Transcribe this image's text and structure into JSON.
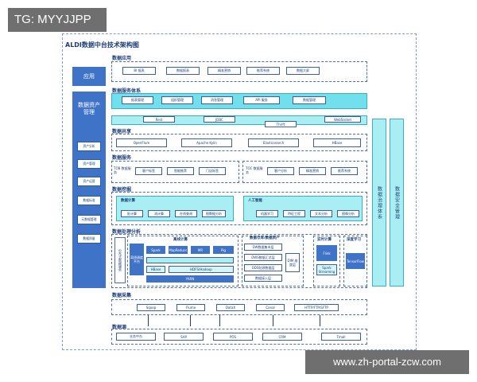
{
  "watermarks": {
    "top": "TG: MYYJJPP",
    "bottom": "www.zh-portal-zcw.com"
  },
  "title": "ALDI数据中台技术架构图",
  "sections": {
    "app": "数据应用",
    "service_system": "数据服务体系",
    "share": "数据共享",
    "service": "数据服务",
    "mining": "数据挖掘",
    "storage": "数据处理分析",
    "collect": "数据采集",
    "source": "数据源"
  },
  "left": {
    "app_label": "应用",
    "asset_title": "数据资产\n管理",
    "buttons": [
      "资产分析",
      "资产管理",
      "资产运营",
      "数据标准",
      "元数据管理",
      "数据质量"
    ]
  },
  "right": {
    "governance": "数据治理体系",
    "security": "数据安全管理"
  },
  "app_items": [
    "BI 报表",
    "数据报表",
    "精准营销",
    "推荐系统",
    "数据大屏"
  ],
  "service_system_items": [
    "报表管理",
    "组织管理",
    "消息管理",
    "API 服务",
    "数据管理"
  ],
  "share_items": [
    "Rest",
    "JDBC",
    "Thrift",
    "WebSocket"
  ],
  "share_engines": [
    "OpenFlum",
    "Apache Kylin",
    "Elasticsearch",
    "HBase"
  ],
  "service_left_label": "TOB 数据服务",
  "service_left_items": [
    "客户标签",
    "智能推荐",
    "门店标签"
  ],
  "service_right_label": "TOC 数据服务",
  "service_right_items": [
    "客户分析",
    "精准营销",
    "推荐系统"
  ],
  "compute_title": "数据计算",
  "compute_items": [
    "批计算",
    "流计算",
    "在线查询",
    "图数据分析"
  ],
  "ai_title": "人工智能",
  "ai_items": [
    "机器学习",
    "特征工程",
    "文本分析",
    "图像分析"
  ],
  "processing": {
    "distributed_label": "分布式数据服务",
    "offline_title": "离线计算",
    "offline_left": "离线调度平台",
    "offline_row1": [
      "Spark",
      "MapReduce",
      "MR",
      "Pig"
    ],
    "offline_row2": [
      "HBase",
      "HDFS/Hadoop"
    ],
    "offline_bottom": "YARN",
    "warehouse_title": "数据仓库/数据资产",
    "warehouse_items": [
      "DW数据集市层",
      "DWS数据汇总层",
      "ODS贴源数据层",
      "数据接入层"
    ],
    "warehouse_side": "DIM 维度层",
    "realtime_title": "实时计算",
    "realtime_items": [
      "Flink",
      "Spark Streaming"
    ],
    "deep_title": "深度学习",
    "deep_items": [
      "TensorFlow"
    ]
  },
  "collect_items": [
    "Sqoop",
    "Flume",
    "DataX",
    "Canal",
    "HTTP/FTP/SFTP"
  ],
  "source_items": [
    "业务中台",
    "SAP",
    "POS",
    "CRM",
    "Tmall"
  ]
}
